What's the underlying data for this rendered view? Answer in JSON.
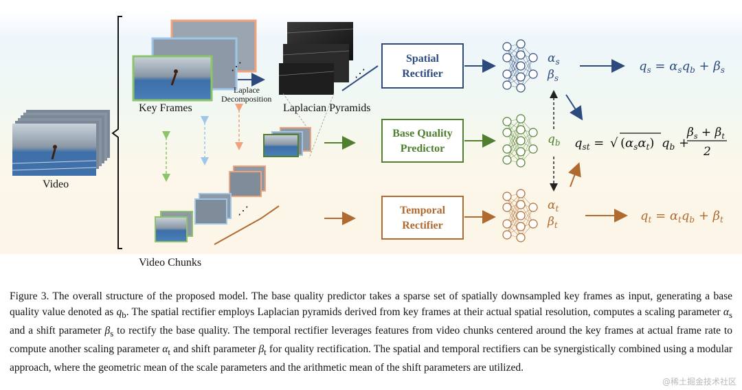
{
  "diagram": {
    "labels": {
      "key_frames": "Key Frames",
      "laplace": "Laplace",
      "decomposition": "Decomposition",
      "laplacian_pyramids": "Laplacian Pyramids",
      "video": "Video",
      "video_chunks": "Video Chunks",
      "ellipsis": "⋰"
    },
    "boxes": {
      "spatial": [
        "Spatial",
        "Rectifier"
      ],
      "base": [
        "Base Quality",
        "Predictor"
      ],
      "temporal": [
        "Temporal",
        "Rectifier"
      ]
    },
    "math": {
      "alpha_s": "αs",
      "beta_s": "βs",
      "q_b": "qb",
      "alpha_t": "αt",
      "beta_t": "βt",
      "eq_spatial": "qs = αsqb + βs",
      "eq_combined": "qst = √(αsαt)qb + (βs + βt) / 2",
      "eq_temporal": "qt = αtqb + βt"
    },
    "colors": {
      "spatial": "#2c4a7d",
      "base": "#4f7f2f",
      "temporal": "#b06a2f",
      "band_blue": "#eef6fb",
      "band_green": "#f1f8f2",
      "band_yellow": "#fdf6e8",
      "frame_green": "#8dc46a",
      "frame_orange": "#f2a27a",
      "frame_blue": "#9ec6e8"
    }
  },
  "caption": {
    "figure_label": "Figure 3.",
    "text_1": " The overall structure of the proposed model. The base quality predictor takes a sparse set of spatially downsampled key frames as input, generating a base quality value denoted as ",
    "q_b": "q",
    "q_b_sub": "b",
    "text_2": ". The spatial rectifier employs Laplacian pyramids derived from key frames at their actual spatial resolution, computes a scaling parameter ",
    "alpha": "α",
    "sub_s": "s",
    "text_3": " and a shift parameter ",
    "beta": "β",
    "text_4": " to rectify the base quality.  The temporal rectifier leverages features from video chunks centered around the key frames at actual frame rate to compute another scaling parameter ",
    "sub_t": "t",
    "text_5": " and shift parameter ",
    "text_6": " for quality rectification. The spatial and temporal rectifiers can be synergistically combined using a modular approach, where the geometric mean of the scale parameters and the arithmetic mean of the shift parameters are utilized."
  },
  "watermark": "@稀土掘金技术社区"
}
